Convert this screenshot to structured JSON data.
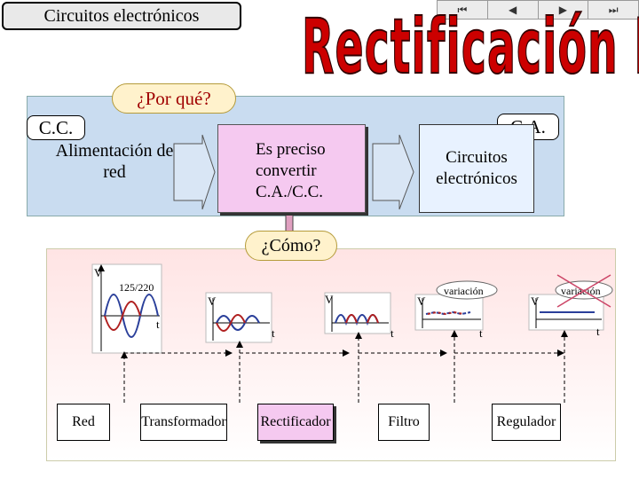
{
  "header": {
    "title": "Circuitos electrónicos",
    "big_title": "Rectificación I"
  },
  "nav": {
    "buttons": [
      "first-icon",
      "prev-icon",
      "next-icon",
      "last-icon"
    ],
    "glyphs": [
      "⏮",
      "◀",
      "▶",
      "⏭"
    ]
  },
  "top": {
    "porque": "¿Por qué?",
    "cc": "C.C.",
    "ca": "C.A.",
    "alimentacion": "Alimentación de red",
    "preciso": "Es preciso convertir C.A./C.C.",
    "circuitos": "Circuitos electrónicos"
  },
  "como": "¿Cómo?",
  "graphs": {
    "red_voltage": "125/220",
    "axis_v": "V",
    "axis_t": "t",
    "variacion": "variación"
  },
  "stages": [
    "Red",
    "Transformador",
    "Rectificador",
    "Filtro",
    "Regulador"
  ],
  "colors": {
    "accent": "#cc0000",
    "panel": "#c9dcf0",
    "highlight": "#f5c9f0",
    "bubble": "#fff2cc"
  }
}
